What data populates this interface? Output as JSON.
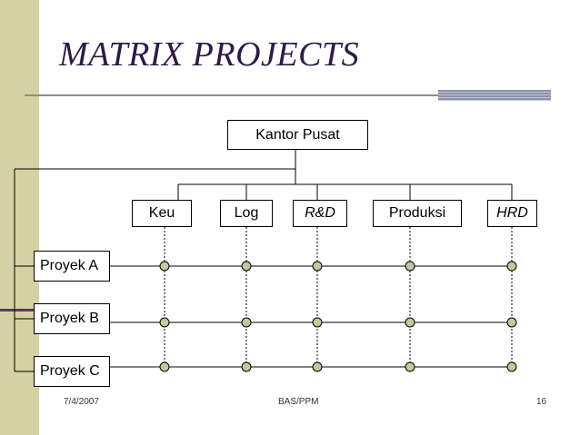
{
  "slide": {
    "title": "MATRIX PROJECTS",
    "root": "Kantor Pusat",
    "departments": [
      {
        "label": "Keu",
        "italic": false
      },
      {
        "label": "Log",
        "italic": false
      },
      {
        "label": "R&D",
        "italic": true
      },
      {
        "label": "Produksi",
        "italic": false
      },
      {
        "label": "HRD",
        "italic": true
      }
    ],
    "projects": [
      "Proyek A",
      "Proyek B",
      "Proyek C"
    ],
    "footer": {
      "date": "7/4/2007",
      "center": "BAS/PPM",
      "page": "16"
    }
  },
  "colors": {
    "sidebar": "#d4d2a4",
    "title": "#2e1a47",
    "node_fill": "#c4c89a"
  }
}
